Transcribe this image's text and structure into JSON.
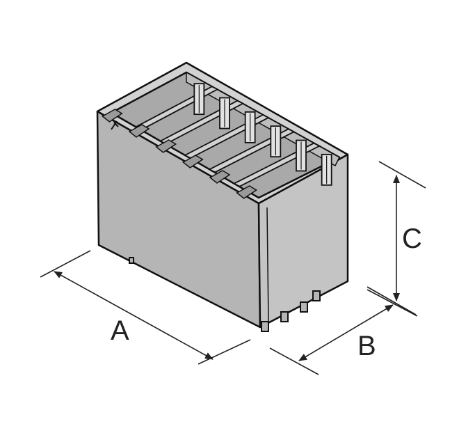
{
  "dimensions": {
    "a": "A",
    "b": "B",
    "c": "C"
  },
  "colors": {
    "body_front": "#b5b5b5",
    "body_side": "#c4c4c4",
    "top_rim": "#d2d2d2",
    "cavity": "#a9a9a9",
    "outline": "#111111",
    "dimension_line": "#222222"
  },
  "connector": {
    "cavities": 6
  }
}
